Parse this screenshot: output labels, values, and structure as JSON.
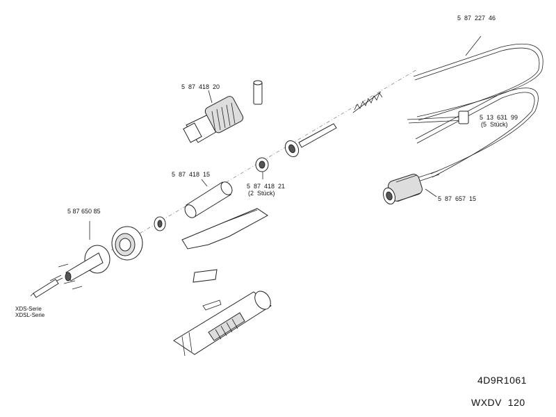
{
  "parts": {
    "cable_holder": {
      "number": "5  87  227  46"
    },
    "cap": {
      "number": "5  87  418  20"
    },
    "clip": {
      "number": "5  13  631  99",
      "qty": "(5  Stück)"
    },
    "tube": {
      "number": "5  87  418  15"
    },
    "grommet": {
      "number": "5  87  418  21",
      "qty": "(2  Stück)"
    },
    "connector_cable": {
      "number": "5  87  657  15"
    },
    "tip_holder": {
      "number": "5 87 650 85"
    }
  },
  "series": {
    "line1": "XDS-Serie",
    "line2": "XDSL-Serie"
  },
  "doc": {
    "number": "4D9R1061",
    "model": "WXDV  120"
  }
}
